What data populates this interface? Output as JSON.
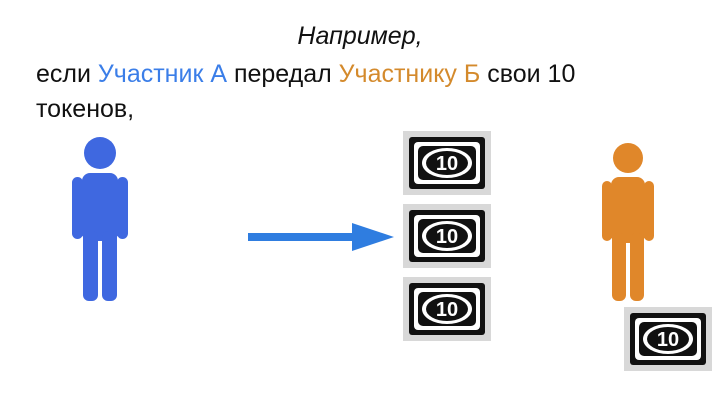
{
  "heading": "Например,",
  "sentence": {
    "part1": "если ",
    "participant_a": "Участник А",
    "part2": " передал ",
    "participant_b": "Участнику Б",
    "part3": " свои 10",
    "line2": "токенов,"
  },
  "bill": {
    "value": "10"
  },
  "colors": {
    "participant_a": "#3b7ee8",
    "participant_b": "#d48a2c",
    "figure_a": "#3f68e0",
    "figure_b": "#e0872a",
    "arrow": "#2f7de0",
    "bill_dark": "#111111",
    "bill_frame": "#d8d8d8"
  },
  "icons": [
    "person-icon",
    "arrow-right-icon",
    "banknote-icon"
  ]
}
